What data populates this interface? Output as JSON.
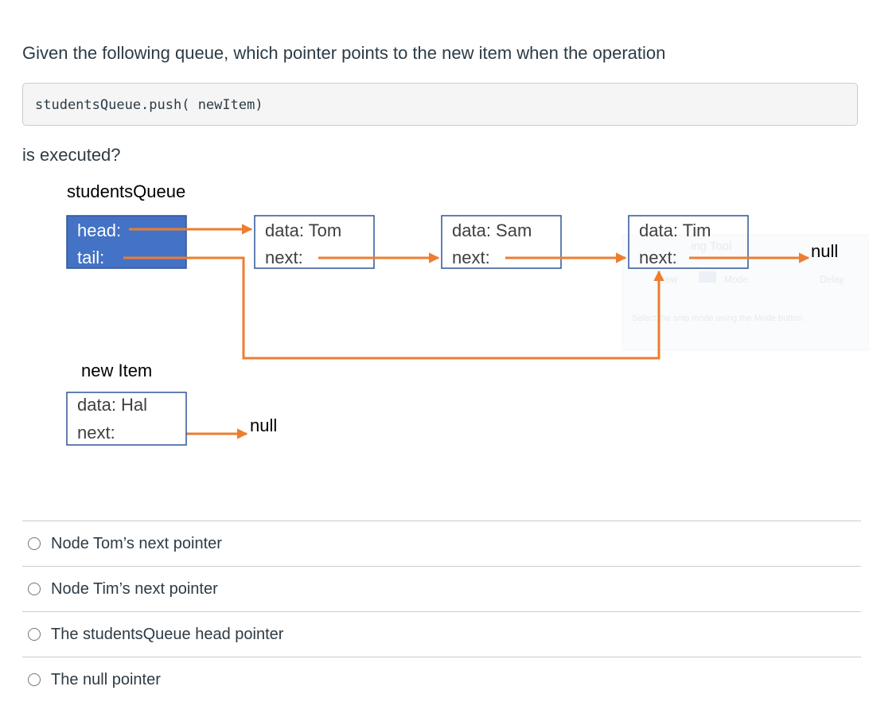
{
  "question": {
    "prompt": "Given the following queue, which pointer points to the new item when the operation",
    "code": "studentsQueue.push( newItem)",
    "continuation": "is executed?"
  },
  "diagram": {
    "queue_title": "studentsQueue",
    "head_label": "head:",
    "tail_label": "tail:",
    "nodes": [
      {
        "data": "data: Tom",
        "next": "next:"
      },
      {
        "data": "data: Sam",
        "next": "next:"
      },
      {
        "data": "data: Tim",
        "next": "next:"
      }
    ],
    "null_label_tail": "null",
    "new_item_title": "new Item",
    "new_item": {
      "data": "data: Hal",
      "next": "next:"
    },
    "null_label_new": "null",
    "overlay_ghost": {
      "snip_tool": "ing Tool",
      "mode": "Mode",
      "delay": "Delay",
      "new": "ew",
      "hint": "Select the snip mode using the Mode button."
    },
    "colors": {
      "arrow": "#ed7d31",
      "head_fill": "#4472c4",
      "node_border": "#2f5597"
    }
  },
  "answers": [
    {
      "label": "Node Tom’s next pointer"
    },
    {
      "label": "Node Tim’s next pointer"
    },
    {
      "label": "The studentsQueue head pointer"
    },
    {
      "label": "The null pointer"
    }
  ]
}
